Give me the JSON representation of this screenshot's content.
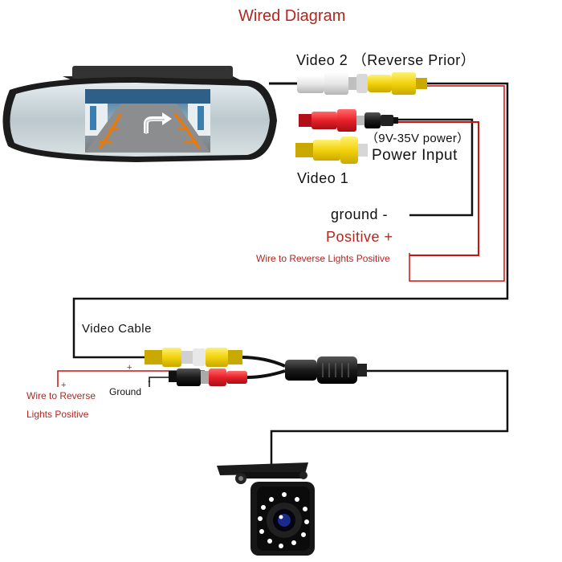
{
  "title": "Wired Diagram",
  "labels": {
    "video2": "Video 2 （Reverse Prior）",
    "power_spec": "（9V-35V power）",
    "power_input": "Power Input",
    "video1": "Video 1",
    "ground": "ground -",
    "positive": "Positive +",
    "wire_reverse_positive": "Wire to Reverse Lights Positive",
    "video_cable": "Video Cable",
    "ground_small": "Ground",
    "wire_reverse_line1": "Wire to Reverse",
    "wire_reverse_line2": "Lights Positive",
    "plus_sign": "+",
    "minus_sign": "-"
  },
  "colors": {
    "title": "#b3261e",
    "red_text": "#b3261e",
    "wire_red": "#cc1111",
    "wire_black": "#111111",
    "connector_yellow": "#f2d20b",
    "connector_red": "#e8202a",
    "connector_white": "#eeeeee"
  },
  "icons": {
    "mirror": "rear-view-mirror-monitor",
    "camera": "backup-camera",
    "connector": "rca-plug",
    "dc_jack": "dc-power-jack"
  }
}
